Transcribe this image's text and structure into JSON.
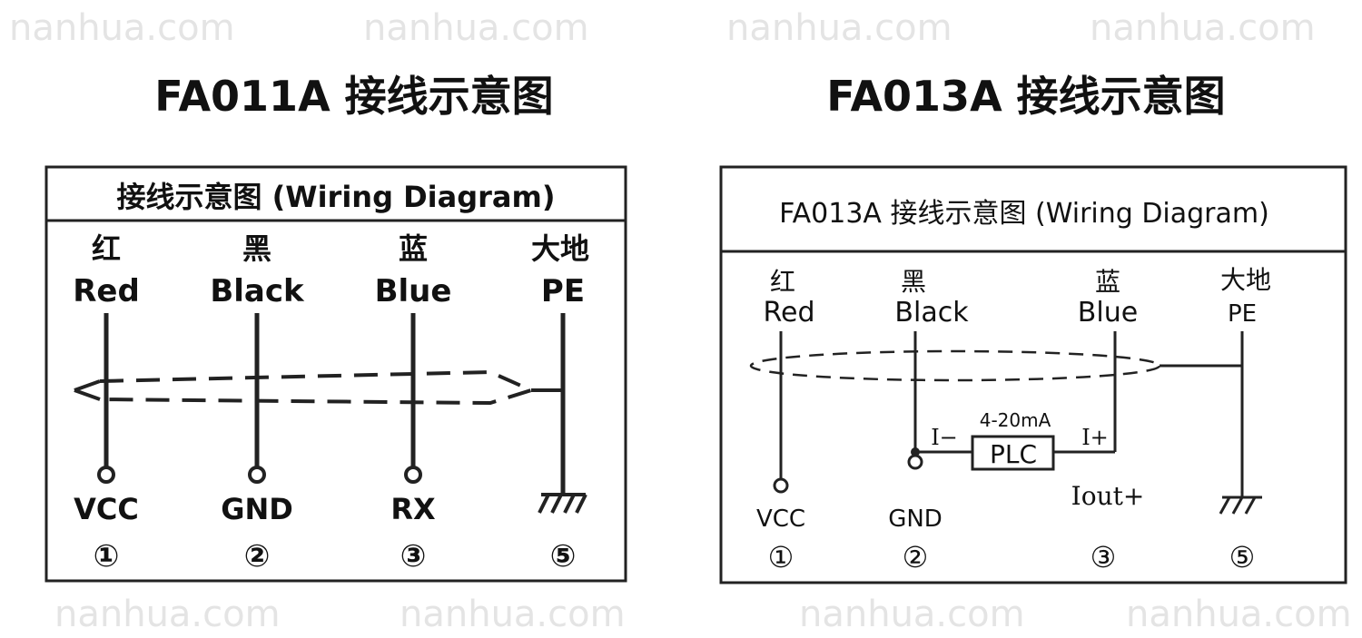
{
  "watermark": "nanhua.com",
  "left": {
    "heading": "FA011A 接线示意图",
    "box_title": "接线示意图 (Wiring Diagram)",
    "columns": [
      {
        "cn": "红",
        "en": "Red",
        "signal": "VCC",
        "num": "①"
      },
      {
        "cn": "黑",
        "en": "Black",
        "signal": "GND",
        "num": "②"
      },
      {
        "cn": "蓝",
        "en": "Blue",
        "signal": "RX",
        "num": "③"
      },
      {
        "cn": "大地",
        "en": "PE",
        "signal": "",
        "num": "⑤"
      }
    ]
  },
  "right": {
    "heading": "FA013A  接线示意图",
    "box_title": "FA013A 接线示意图 (Wiring Diagram)",
    "columns": [
      {
        "cn": "红",
        "en": "Red",
        "signal": "VCC",
        "num": "①"
      },
      {
        "cn": "黑",
        "en": "Black",
        "signal": "GND",
        "num": "②"
      },
      {
        "cn": "蓝",
        "en": "Blue",
        "signal": "",
        "num": "③"
      },
      {
        "cn": "大地",
        "en": "PE",
        "signal": "",
        "num": "⑤"
      }
    ],
    "plc_label": "PLC",
    "current_label": "4-20mA",
    "i_minus": "I−",
    "i_plus": "I+",
    "iout": "Iout+"
  }
}
